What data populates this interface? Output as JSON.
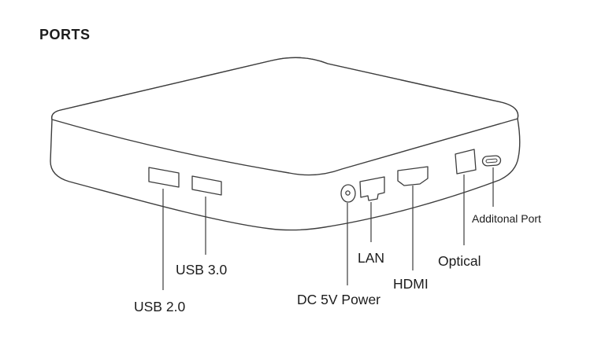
{
  "title": "PORTS",
  "diagram": {
    "description": "Line drawing of a set-top box seen in perspective, rear/side ports labeled with leader lines",
    "ports": [
      {
        "id": "usb2",
        "label": "USB 2.0"
      },
      {
        "id": "usb3",
        "label": "USB 3.0"
      },
      {
        "id": "dc",
        "label": "DC 5V Power"
      },
      {
        "id": "lan",
        "label": "LAN"
      },
      {
        "id": "hdmi",
        "label": "HDMI"
      },
      {
        "id": "optical",
        "label": "Optical"
      },
      {
        "id": "additional",
        "label": "Additonal Port"
      }
    ]
  },
  "colors": {
    "line": "#3d3d3d",
    "text": "#1c1c1c",
    "background": "#ffffff"
  }
}
